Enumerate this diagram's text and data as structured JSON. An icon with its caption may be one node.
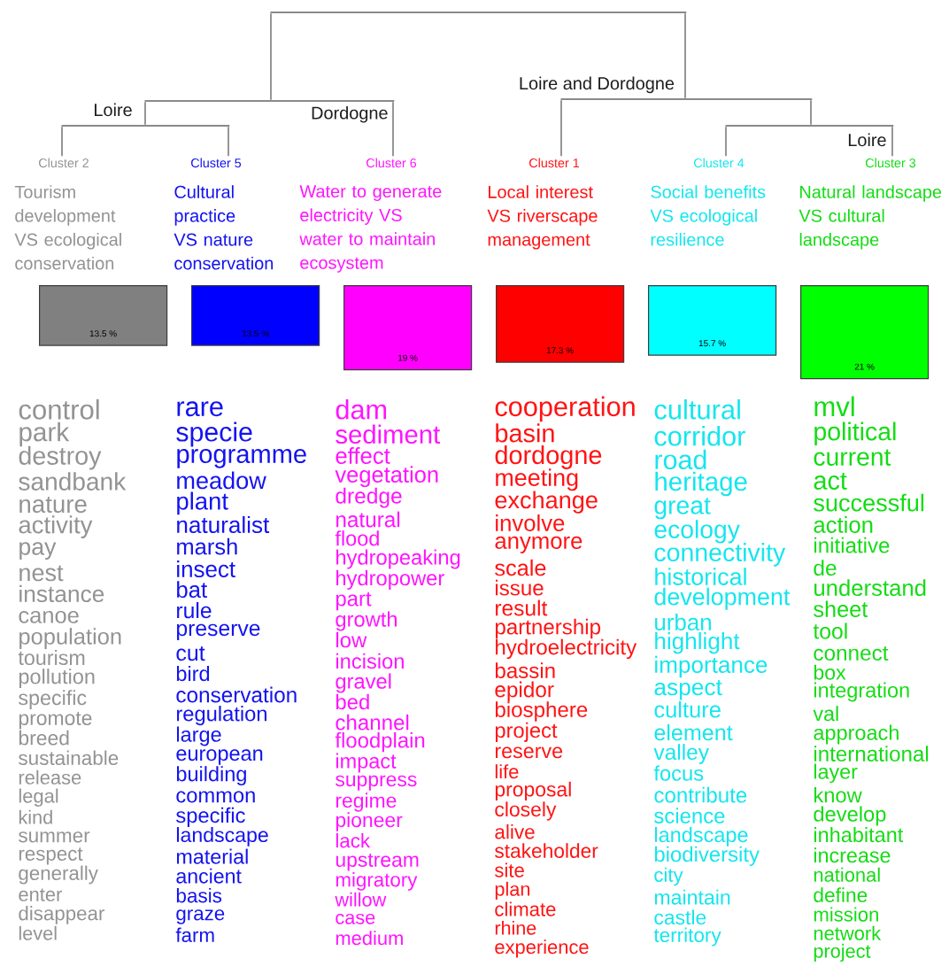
{
  "diagram": {
    "nodes": [
      {
        "text": [],
        "shape": "bar"
      },
      {
        "text": [],
        "shape": "bar"
      },
      {
        "text": [],
        "shape": "bar"
      },
      {
        "text": [],
        "shape": "bar"
      },
      {
        "text": [],
        "shape": "bar"
      },
      {
        "text": [
          "Cluster 2",
          "Tourism development VS ecological conservation"
        ]
      },
      {
        "text": [
          "Cluster 5",
          "Cultural practice VS nature conservation"
        ]
      },
      {
        "text": [
          "Cluster 6",
          "Water to generate electricity VS water to maintain ecosystem"
        ]
      },
      {
        "text": [
          "Cluster 1",
          "Local interest VS riverscape management"
        ]
      },
      {
        "text": [
          "Cluster 4",
          "Social benefits VS ecological resilience"
        ]
      },
      {
        "text": [
          "Cluster 3",
          "Natural landscape VS cultural landscape"
        ]
      },
      {
        "text": [
          "13.5 %"
        ],
        "beside": [
          "control",
          "park",
          "destroy",
          "sandbank",
          "nature",
          "activity",
          "pay",
          "nest",
          "instance",
          "canoe",
          "population",
          "tourism",
          "pollution",
          "specific",
          "promote",
          "breed",
          "sustainable",
          "release",
          "legal",
          "kind",
          "summer",
          "respect",
          "generally",
          "enter",
          "disappear",
          "level"
        ]
      },
      {
        "text": [
          "13.5 %"
        ],
        "beside": [
          "rare",
          "specie",
          "programme",
          "meadow",
          "plant",
          "naturalist",
          "marsh",
          "insect",
          "bat",
          "rule",
          "preserve",
          "cut",
          "bird",
          "conservation",
          "regulation",
          "large",
          "european",
          "building",
          "common",
          "specific",
          "landscape",
          "material",
          "ancient",
          "basis",
          "graze",
          "farm"
        ]
      },
      {
        "text": [
          "19 %"
        ],
        "beside": [
          "dam",
          "sediment",
          "effect",
          "vegetation",
          "dredge",
          "natural",
          "flood",
          "hydropeaking",
          "hydropower",
          "part",
          "growth",
          "low",
          "incision",
          "gravel",
          "bed",
          "channel",
          "floodplain",
          "impact",
          "suppress",
          "regime",
          "pioneer",
          "lack",
          "upstream",
          "migratory",
          "willow",
          "case",
          "medium"
        ]
      },
      {
        "text": [
          "17.3 %"
        ],
        "beside": [
          "cooperation",
          "basin",
          "dordogne",
          "meeting",
          "exchange",
          "involve",
          "anymore",
          "scale",
          "issue",
          "result",
          "partnership",
          "hydroelectricity",
          "bassin",
          "epidor",
          "biosphere",
          "project",
          "reserve",
          "life",
          "proposal",
          "closely",
          "alive",
          "stakeholder",
          "site",
          "plan",
          "climate",
          "rhine",
          "experience"
        ]
      },
      {
        "text": [
          "15.7 %"
        ],
        "beside": [
          "cultural",
          "corridor",
          "road",
          "heritage",
          "great",
          "ecology",
          "connectivity",
          "historical",
          "development",
          "urban",
          "highlight",
          "importance",
          "aspect",
          "culture",
          "element",
          "valley",
          "focus",
          "contribute",
          "science",
          "landscape",
          "biodiversity",
          "city",
          "maintain",
          "castle",
          "territory"
        ]
      },
      {
        "text": [
          "21 %"
        ],
        "beside": [
          "mvl",
          "political",
          "current",
          "act",
          "successful",
          "action",
          "initiative",
          "de",
          "understand",
          "sheet",
          "tool",
          "connect",
          "box",
          "integration",
          "val",
          "approach",
          "international",
          "layer",
          "know",
          "develop",
          "inhabitant",
          "increase",
          "national",
          "define",
          "mission",
          "network",
          "project"
        ]
      }
    ],
    "edges": [
      {
        "from": 0,
        "to": 1,
        "arrow": "none"
      },
      {
        "from": 0,
        "to": 2,
        "arrow": "none",
        "label": "Loire and Dordogne"
      },
      {
        "from": 1,
        "to": 3,
        "arrow": "none",
        "label": "Loire"
      },
      {
        "from": 1,
        "to": 7,
        "arrow": "none",
        "label": "Dordogne"
      },
      {
        "from": 3,
        "to": 5,
        "arrow": "none"
      },
      {
        "from": 3,
        "to": 6,
        "arrow": "none"
      },
      {
        "from": 2,
        "to": 8,
        "arrow": "none"
      },
      {
        "from": 2,
        "to": 4,
        "arrow": "none"
      },
      {
        "from": 4,
        "to": 9,
        "arrow": "none"
      },
      {
        "from": 4,
        "to": 10,
        "arrow": "none",
        "label": "Loire"
      }
    ]
  }
}
